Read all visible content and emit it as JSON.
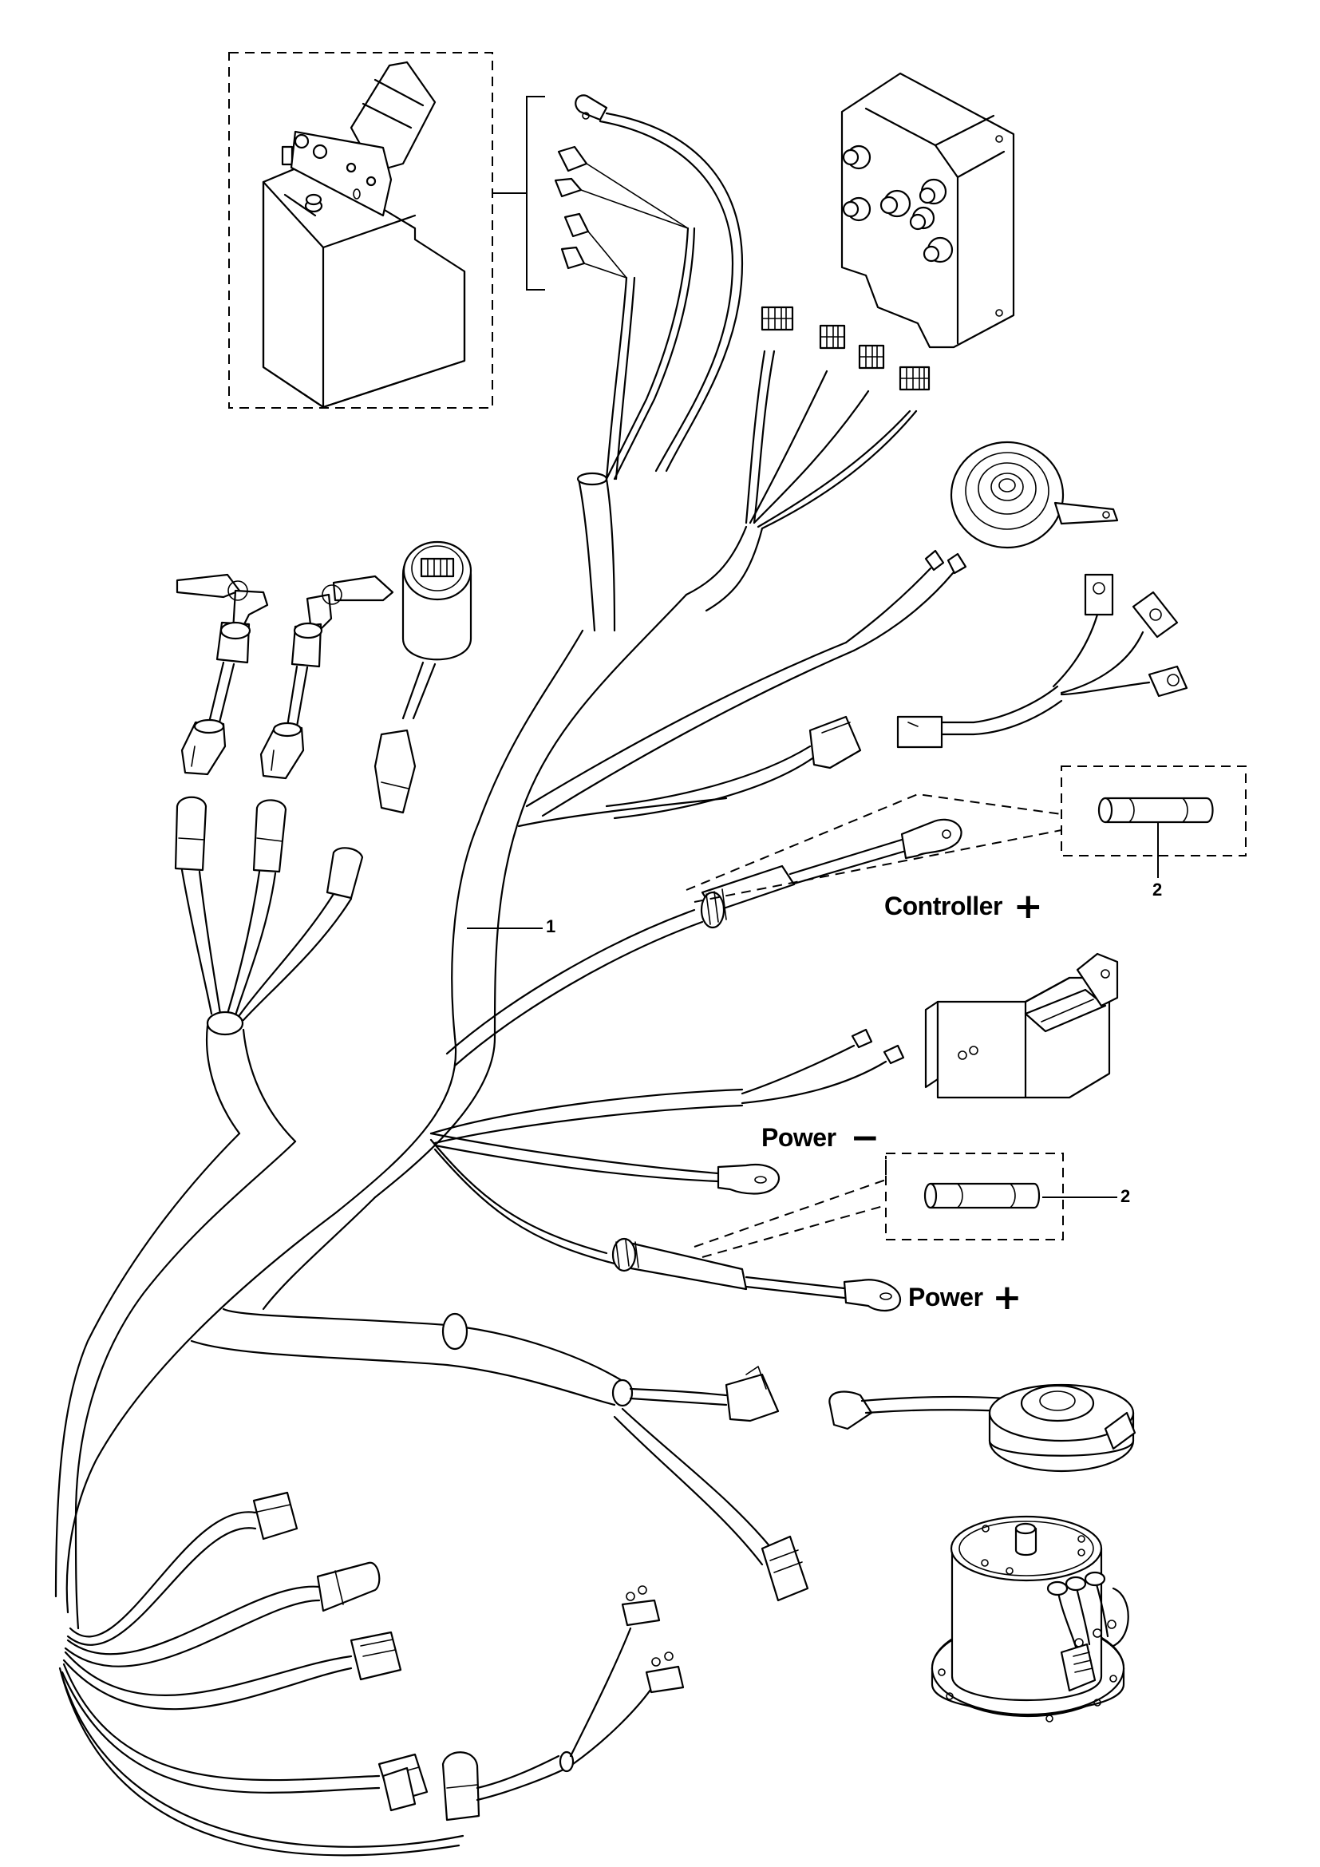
{
  "diagram": {
    "title": "Wiring harness exploded parts view",
    "labels": {
      "controller_positive": "Controller",
      "controller_positive_symbol": "+",
      "power_negative": "Power",
      "power_negative_symbol": "−",
      "power_positive": "Power",
      "power_positive_symbol": "+"
    },
    "callouts": [
      {
        "id": "1",
        "text": "1",
        "part": "wiring harness"
      },
      {
        "id": "2a",
        "text": "2",
        "part": "fuse (controller +)"
      },
      {
        "id": "2b",
        "text": "2",
        "part": "fuse (power +)"
      }
    ],
    "components": [
      "hydraulic-pump-unit",
      "motor-controller",
      "multi-pin-connectors",
      "horn",
      "key-switch-1",
      "key-switch-2",
      "battery-indicator",
      "ring-terminal-tabs",
      "connector-pair",
      "inline-fuse-holder-controller",
      "contactor",
      "inline-fuse-holder-power",
      "brake",
      "drive-motor",
      "micro-switches"
    ]
  }
}
